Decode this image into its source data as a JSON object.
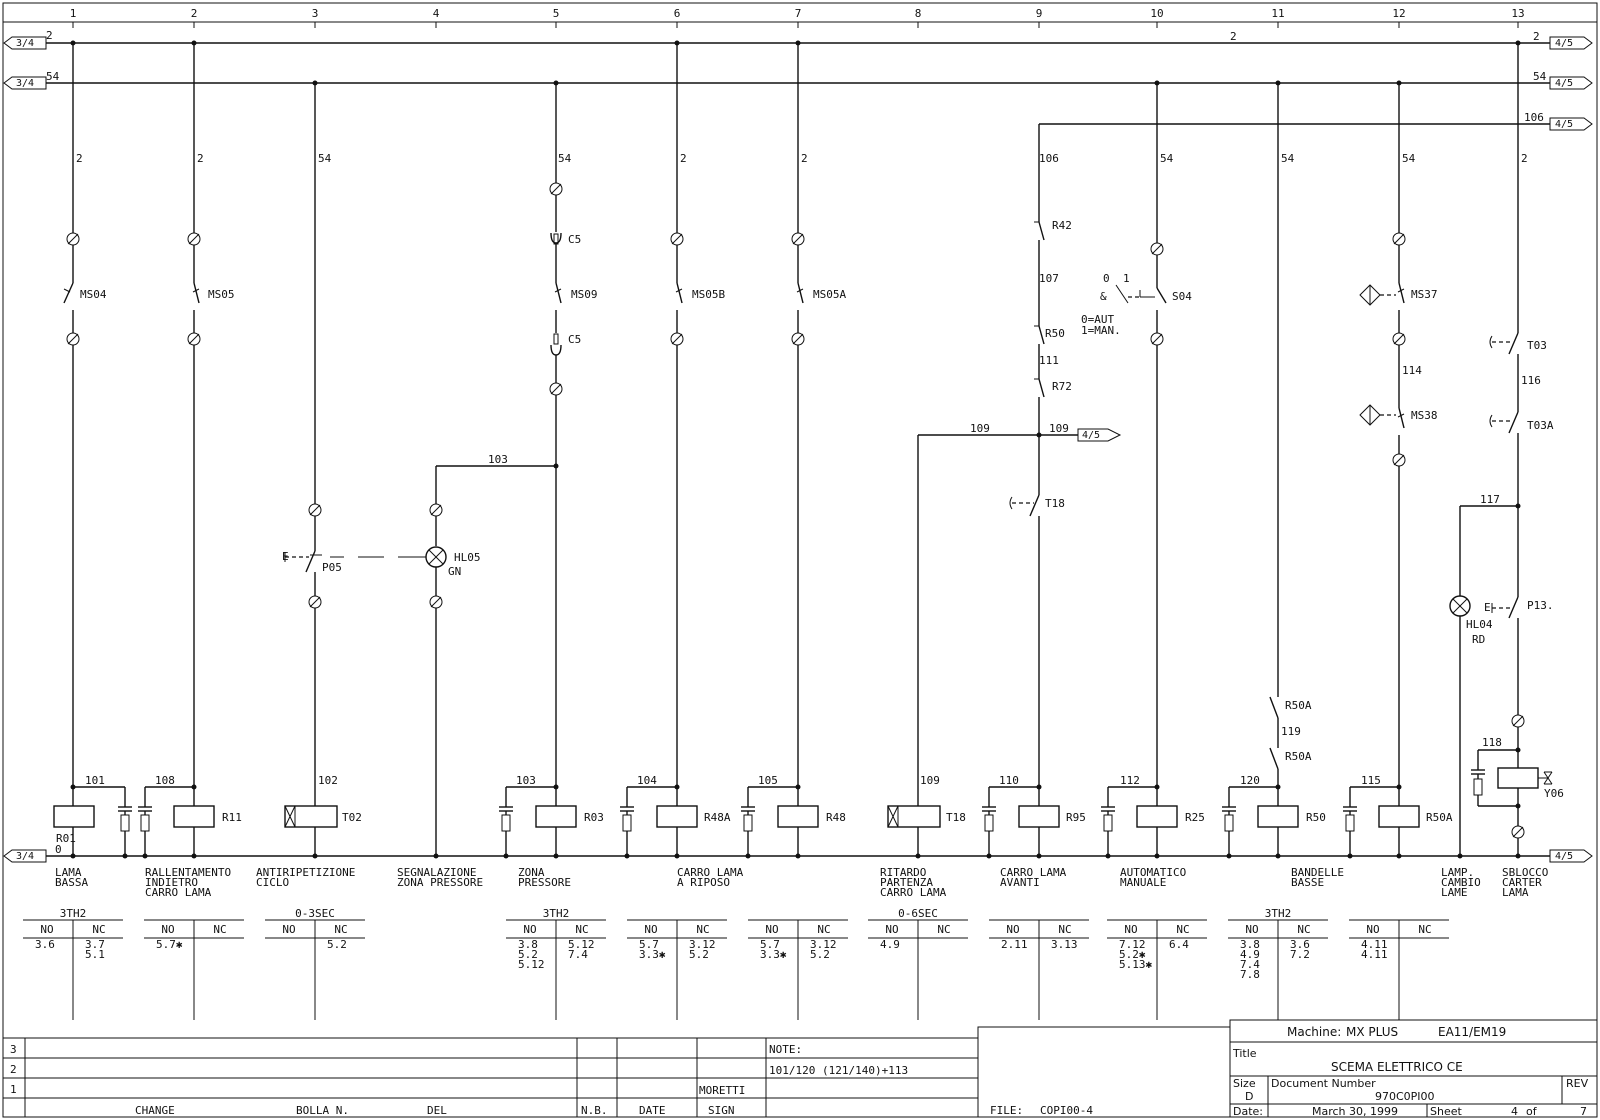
{
  "columns": [
    "1",
    "2",
    "3",
    "4",
    "5",
    "6",
    "7",
    "8",
    "9",
    "10",
    "11",
    "12",
    "13"
  ],
  "rails": {
    "top_label": "2",
    "top_label_right": "2",
    "second_label": "54",
    "bottom_label": "0",
    "ref_left": "3/4",
    "ref_right": "4/5"
  },
  "wires": {
    "w2": "2",
    "w54": "54",
    "w106": "106",
    "w107": "107",
    "w111": "111",
    "w109": "109",
    "w103": "103",
    "w114": "114",
    "w116": "116",
    "w117": "117",
    "w118": "118",
    "w119": "119",
    "w101": "101",
    "w108": "108",
    "w102": "102",
    "w104": "104",
    "w105": "105",
    "w110": "110",
    "w112": "112",
    "w120": "120",
    "w115": "115"
  },
  "components": {
    "MS04": "MS04",
    "MS05": "MS05",
    "MS09": "MS09",
    "MS05B": "MS05B",
    "MS05A": "MS05A",
    "C5": "C5",
    "R42": "R42",
    "R50": "R50",
    "R72": "R72",
    "T18": "T18",
    "S04": "S04",
    "MS37": "MS37",
    "MS38": "MS38",
    "T03": "T03",
    "T03A": "T03A",
    "P05": "P05",
    "HL05": "HL05",
    "GN": "GN",
    "HL04": "HL04",
    "RD": "RD",
    "P13": "P13.",
    "R50A": "R50A",
    "Y06": "Y06",
    "S04_pos0": "0",
    "S04_pos1": "1",
    "S04_note1": "0=AUT",
    "S04_note2": "1=MAN.",
    "coils": [
      "R01",
      "R11",
      "T02",
      "R03",
      "R48A",
      "R48",
      "T18",
      "R95",
      "R25",
      "R50",
      "R50A"
    ]
  },
  "descriptions": [
    [
      "LAMA",
      "BASSA"
    ],
    [
      "RALLENTAMENTO",
      "INDIETRO",
      "CARRO LAMA"
    ],
    [
      "ANTIRIPETIZIONE",
      "CICLO"
    ],
    [
      "SEGNALAZIONE",
      "ZONA PRESSORE"
    ],
    [
      "ZONA",
      "PRESSORE"
    ],
    [
      "CARRO LAMA",
      "A RIPOSO"
    ],
    [
      "RITARDO",
      "PARTENZA",
      "CARRO LAMA"
    ],
    [
      "CARRO LAMA",
      "AVANTI"
    ],
    [
      "AUTOMATICO",
      "MANUALE"
    ],
    [
      "BANDELLE",
      "BASSE"
    ],
    [
      "LAMP.",
      "CAMBIO",
      "LAME"
    ],
    [
      "SBLOCCO",
      "CARTER",
      "LAMA"
    ]
  ],
  "contact_tables": [
    {
      "header": "3TH2",
      "no": "NO",
      "nc": "NC",
      "no_vals": [
        "3.6"
      ],
      "nc_vals": [
        "3.7",
        "5.1"
      ]
    },
    {
      "header": "",
      "no": "NO",
      "nc": "NC",
      "no_vals": [
        "5.7✱"
      ],
      "nc_vals": []
    },
    {
      "header": "0-3SEC",
      "no": "NO",
      "nc": "NC",
      "no_vals": [],
      "nc_vals": [
        "5.2"
      ]
    },
    {
      "header": "3TH2",
      "no": "NO",
      "nc": "NC",
      "no_vals": [
        "3.8",
        "5.2",
        "5.12"
      ],
      "nc_vals": [
        "5.12",
        "7.4"
      ]
    },
    {
      "header": "",
      "no": "NO",
      "nc": "NC",
      "no_vals": [
        "5.7",
        "3.3✱"
      ],
      "nc_vals": [
        "3.12",
        "5.2"
      ]
    },
    {
      "header": "",
      "no": "NO",
      "nc": "NC",
      "no_vals": [
        "5.7",
        "3.3✱"
      ],
      "nc_vals": [
        "3.12",
        "5.2"
      ]
    },
    {
      "header": "0-6SEC",
      "no": "NO",
      "nc": "NC",
      "no_vals": [
        "4.9"
      ],
      "nc_vals": []
    },
    {
      "header": "",
      "no": "NO",
      "nc": "NC",
      "no_vals": [
        "2.11"
      ],
      "nc_vals": [
        "3.13"
      ]
    },
    {
      "header": "",
      "no": "NO",
      "nc": "NC",
      "no_vals": [
        "7.12",
        "5.2✱",
        "5.13✱"
      ],
      "nc_vals": [
        "6.4"
      ]
    },
    {
      "header": "3TH2",
      "no": "NO",
      "nc": "NC",
      "no_vals": [
        "3.8",
        "4.9",
        "7.4",
        "7.8"
      ],
      "nc_vals": [
        "3.6",
        "7.2"
      ]
    },
    {
      "header": "",
      "no": "NO",
      "nc": "NC",
      "no_vals": [
        "4.11",
        "4.11"
      ],
      "nc_vals": []
    }
  ],
  "title_block": {
    "rev_rows": [
      "3",
      "2",
      "1"
    ],
    "headers": {
      "change": "CHANGE",
      "bolla": "BOLLA N.",
      "del": "DEL",
      "nb": "N.B.",
      "date": "DATE",
      "sign": "SIGN"
    },
    "signer": "MORETTI",
    "note_label": "NOTE:",
    "note_text": "101/120 (121/140)+113",
    "file_label": "FILE:",
    "file_value": "COPI00-4",
    "machine_label": "Machine:",
    "machine_value": "MX PLUS",
    "machine_code": "EA11/EM19",
    "title_label": "Title",
    "title_value": "SCEMA ELETTRICO CE",
    "size_label": "Size",
    "size_value": "D",
    "docnum_label": "Document Number",
    "docnum_value": "970C0PI00",
    "rev_label": "REV",
    "date_label": "Date:",
    "date_value": "March 30, 1999",
    "sheet_label": "Sheet",
    "sheet_value": "4",
    "of_label": "of",
    "of_value": "7"
  }
}
